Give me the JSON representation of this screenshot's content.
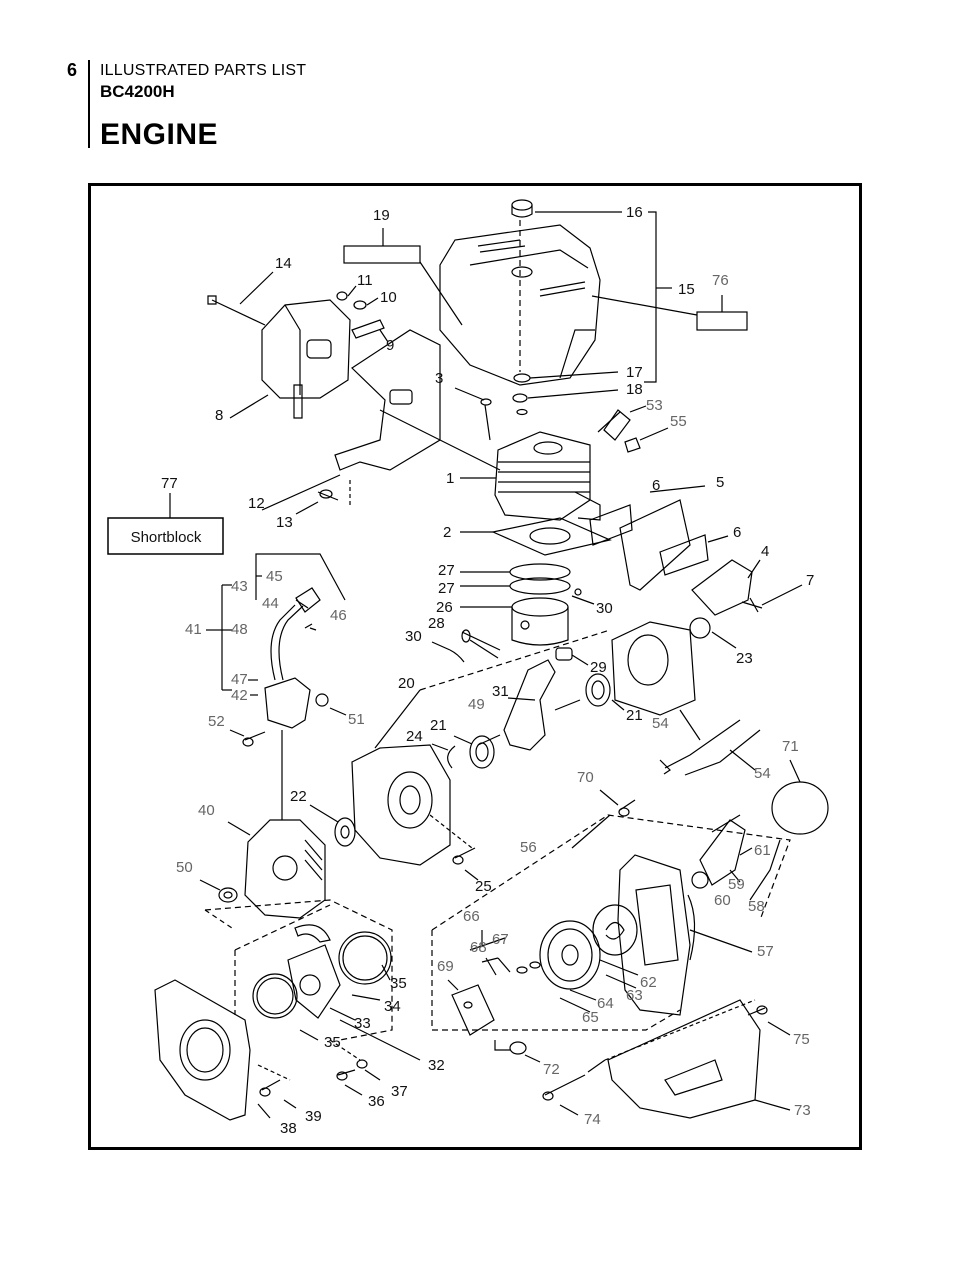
{
  "header": {
    "page_number": "6",
    "section": "ILLUSTRATED PARTS LIST",
    "model": "BC4200H",
    "title": "ENGINE"
  },
  "shortblock_label": "Shortblock",
  "callouts": [
    {
      "id": "c1",
      "text": "1"
    },
    {
      "id": "c2",
      "text": "2"
    },
    {
      "id": "c3",
      "text": "3"
    },
    {
      "id": "c4",
      "text": "4"
    },
    {
      "id": "c5",
      "text": "5"
    },
    {
      "id": "c6a",
      "text": "6"
    },
    {
      "id": "c6b",
      "text": "6"
    },
    {
      "id": "c7",
      "text": "7"
    },
    {
      "id": "c8",
      "text": "8"
    },
    {
      "id": "c9",
      "text": "9"
    },
    {
      "id": "c10",
      "text": "10"
    },
    {
      "id": "c11",
      "text": "11"
    },
    {
      "id": "c12",
      "text": "12"
    },
    {
      "id": "c13",
      "text": "13"
    },
    {
      "id": "c14",
      "text": "14"
    },
    {
      "id": "c15",
      "text": "15"
    },
    {
      "id": "c16",
      "text": "16"
    },
    {
      "id": "c17",
      "text": "17"
    },
    {
      "id": "c18",
      "text": "18"
    },
    {
      "id": "c19",
      "text": "19"
    },
    {
      "id": "c20",
      "text": "20"
    },
    {
      "id": "c21a",
      "text": "21"
    },
    {
      "id": "c21b",
      "text": "21"
    },
    {
      "id": "c22",
      "text": "22"
    },
    {
      "id": "c23",
      "text": "23"
    },
    {
      "id": "c24",
      "text": "24"
    },
    {
      "id": "c25",
      "text": "25"
    },
    {
      "id": "c26",
      "text": "26"
    },
    {
      "id": "c27a",
      "text": "27"
    },
    {
      "id": "c27b",
      "text": "27"
    },
    {
      "id": "c28",
      "text": "28"
    },
    {
      "id": "c29",
      "text": "29"
    },
    {
      "id": "c30a",
      "text": "30"
    },
    {
      "id": "c30b",
      "text": "30"
    },
    {
      "id": "c31",
      "text": "31"
    },
    {
      "id": "c32",
      "text": "32"
    },
    {
      "id": "c33",
      "text": "33"
    },
    {
      "id": "c34",
      "text": "34"
    },
    {
      "id": "c35a",
      "text": "35"
    },
    {
      "id": "c35b",
      "text": "35"
    },
    {
      "id": "c36",
      "text": "36"
    },
    {
      "id": "c37",
      "text": "37"
    },
    {
      "id": "c38",
      "text": "38"
    },
    {
      "id": "c39",
      "text": "39"
    },
    {
      "id": "c40",
      "text": "40"
    },
    {
      "id": "c41",
      "text": "41"
    },
    {
      "id": "c42",
      "text": "42"
    },
    {
      "id": "c43",
      "text": "43"
    },
    {
      "id": "c44",
      "text": "44"
    },
    {
      "id": "c45",
      "text": "45"
    },
    {
      "id": "c46",
      "text": "46"
    },
    {
      "id": "c47",
      "text": "47"
    },
    {
      "id": "c48",
      "text": "48"
    },
    {
      "id": "c49",
      "text": "49"
    },
    {
      "id": "c50",
      "text": "50"
    },
    {
      "id": "c51",
      "text": "51"
    },
    {
      "id": "c52",
      "text": "52"
    },
    {
      "id": "c53",
      "text": "53"
    },
    {
      "id": "c54a",
      "text": "54"
    },
    {
      "id": "c54b",
      "text": "54"
    },
    {
      "id": "c55",
      "text": "55"
    },
    {
      "id": "c56",
      "text": "56"
    },
    {
      "id": "c57",
      "text": "57"
    },
    {
      "id": "c58",
      "text": "58"
    },
    {
      "id": "c59",
      "text": "59"
    },
    {
      "id": "c60",
      "text": "60"
    },
    {
      "id": "c61",
      "text": "61"
    },
    {
      "id": "c62",
      "text": "62"
    },
    {
      "id": "c63",
      "text": "63"
    },
    {
      "id": "c64",
      "text": "64"
    },
    {
      "id": "c65",
      "text": "65"
    },
    {
      "id": "c66",
      "text": "66"
    },
    {
      "id": "c67",
      "text": "67"
    },
    {
      "id": "c68",
      "text": "68"
    },
    {
      "id": "c69",
      "text": "69"
    },
    {
      "id": "c70",
      "text": "70"
    },
    {
      "id": "c71",
      "text": "71"
    },
    {
      "id": "c72",
      "text": "72"
    },
    {
      "id": "c73",
      "text": "73"
    },
    {
      "id": "c74",
      "text": "74"
    },
    {
      "id": "c75",
      "text": "75"
    },
    {
      "id": "c76",
      "text": "76"
    },
    {
      "id": "c77",
      "text": "77"
    }
  ]
}
